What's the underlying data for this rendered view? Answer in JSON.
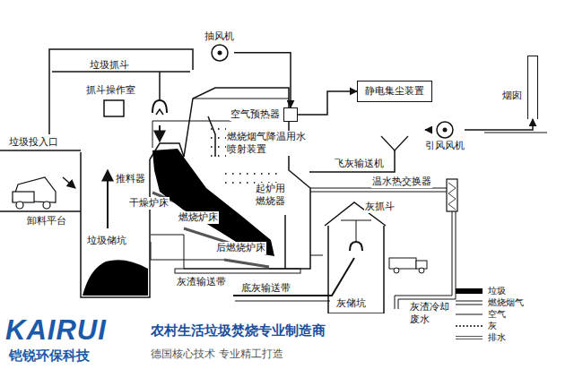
{
  "diagram": {
    "nodes": [
      {
        "text": [
          "空气预热器"
        ]
      },
      {
        "text": [
          "静电集尘装置"
        ]
      },
      {
        "text": [
          "引风风机"
        ]
      },
      {
        "text": [
          "烟囱"
        ]
      },
      {
        "text": [
          "抽风机"
        ]
      }
    ],
    "edges": [
      {
        "from": 4,
        "to": 0,
        "arrow": "to"
      },
      {
        "from": 0,
        "to": 1,
        "arrow": "to"
      },
      {
        "from": 1,
        "to": 2,
        "arrow": "to"
      },
      {
        "from": 2,
        "to": 3,
        "arrow": "to"
      }
    ],
    "labels": [
      "垃圾抓斗",
      "抓斗操作室",
      "垃圾投入口",
      "卸料平台",
      "垃圾储坑",
      "推料器",
      "干燥炉床",
      "燃烧炉床",
      "后燃烧炉床",
      "灰渣输送带",
      "底灰输送带",
      "起炉用燃烧器",
      "燃烧烟气降温用水喷射装置",
      "飞灰输送机",
      "温水热交换器",
      "灰抓斗",
      "灰储坑",
      "灰渣冷却废水",
      "KAIRUI",
      "铠锐环保科技",
      "农村生活垃圾焚烧专业制造商",
      "德国核心技术 专业精工打造"
    ],
    "legend": [
      {
        "text": "垃圾",
        "color": "#000000"
      },
      {
        "text": "燃烧烟气"
      },
      {
        "text": "空气"
      },
      {
        "text": "灰"
      },
      {
        "text": "排水"
      }
    ]
  }
}
